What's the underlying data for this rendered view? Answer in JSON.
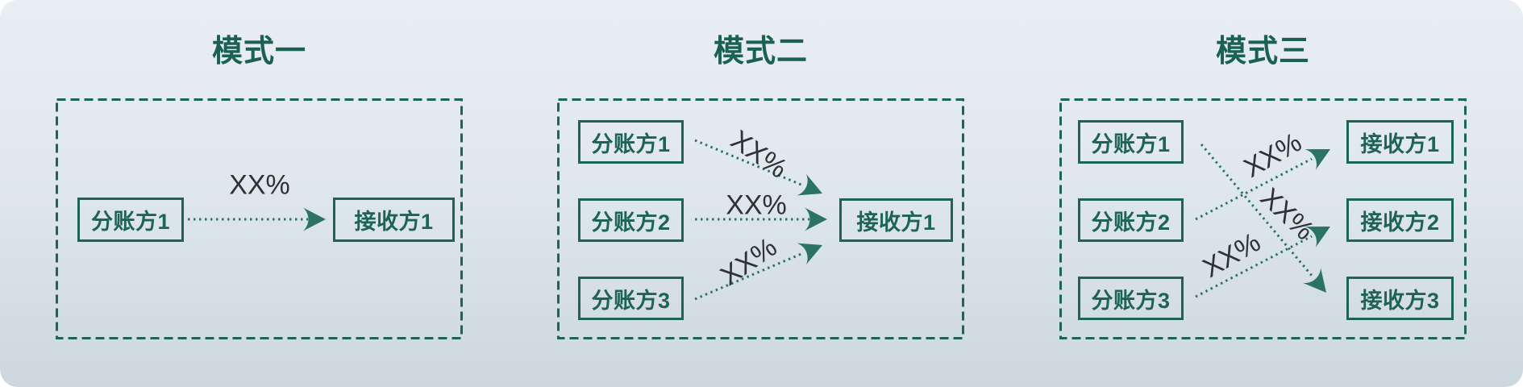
{
  "colors": {
    "accent_teal": "#1d6356",
    "arrow_teal": "#2b7365",
    "percent_text_color": "#2d3237",
    "card_background_top": "#e9eef2",
    "card_background_bottom": "#ccd7de"
  },
  "panels": [
    {
      "title": "模式一",
      "senders": [
        "分账方1"
      ],
      "receivers": [
        "接收方1"
      ],
      "flows": [
        {
          "from": "分账方1",
          "to": "接收方1",
          "label": "XX%"
        }
      ]
    },
    {
      "title": "模式二",
      "senders": [
        "分账方1",
        "分账方2",
        "分账方3"
      ],
      "receivers": [
        "接收方1"
      ],
      "flows": [
        {
          "from": "分账方1",
          "to": "接收方1",
          "label": "XX%"
        },
        {
          "from": "分账方2",
          "to": "接收方1",
          "label": "XX%"
        },
        {
          "from": "分账方3",
          "to": "接收方1",
          "label": "XX%"
        }
      ]
    },
    {
      "title": "模式三",
      "senders": [
        "分账方1",
        "分账方2",
        "分账方3"
      ],
      "receivers": [
        "接收方1",
        "接收方2",
        "接收方3"
      ],
      "flows": [
        {
          "from": "分账方1",
          "to": "接收方3",
          "label": "XX%"
        },
        {
          "from": "分账方2",
          "to": "接收方1",
          "label": "XX%"
        },
        {
          "from": "分账方3",
          "to": "接收方2",
          "label": "XX%"
        }
      ]
    }
  ]
}
